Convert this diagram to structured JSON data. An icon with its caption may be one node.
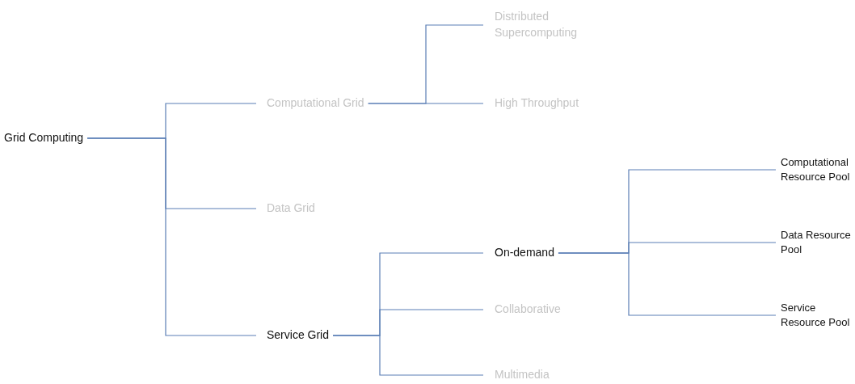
{
  "diagram": {
    "nodes": [
      {
        "text": [
          "Grid Computing"
        ]
      },
      {
        "text": [
          "Computational Grid"
        ]
      },
      {
        "text": [
          "Data Grid"
        ]
      },
      {
        "text": [
          "Service Grid"
        ]
      },
      {
        "text": [
          "Distributed Supercomputing"
        ]
      },
      {
        "text": [
          "High Throughput"
        ]
      },
      {
        "text": [
          "On-demand"
        ]
      },
      {
        "text": [
          "Collaborative"
        ]
      },
      {
        "text": [
          "Multimedia"
        ]
      },
      {
        "text": [
          "Computational Resource Pool"
        ]
      },
      {
        "text": [
          "Data Resource Pool"
        ]
      },
      {
        "text": [
          "Service Resource Pool"
        ]
      }
    ],
    "edges": [
      {
        "from": 0,
        "to": 1,
        "arrow": "none"
      },
      {
        "from": 0,
        "to": 2,
        "arrow": "none"
      },
      {
        "from": 0,
        "to": 3,
        "arrow": "none"
      },
      {
        "from": 1,
        "to": 4,
        "arrow": "none"
      },
      {
        "from": 1,
        "to": 5,
        "arrow": "none"
      },
      {
        "from": 3,
        "to": 6,
        "arrow": "none"
      },
      {
        "from": 3,
        "to": 7,
        "arrow": "none"
      },
      {
        "from": 3,
        "to": 8,
        "arrow": "none"
      },
      {
        "from": 6,
        "to": 9,
        "arrow": "none"
      },
      {
        "from": 6,
        "to": 10,
        "arrow": "none"
      },
      {
        "from": 6,
        "to": 11,
        "arrow": "none"
      }
    ]
  }
}
